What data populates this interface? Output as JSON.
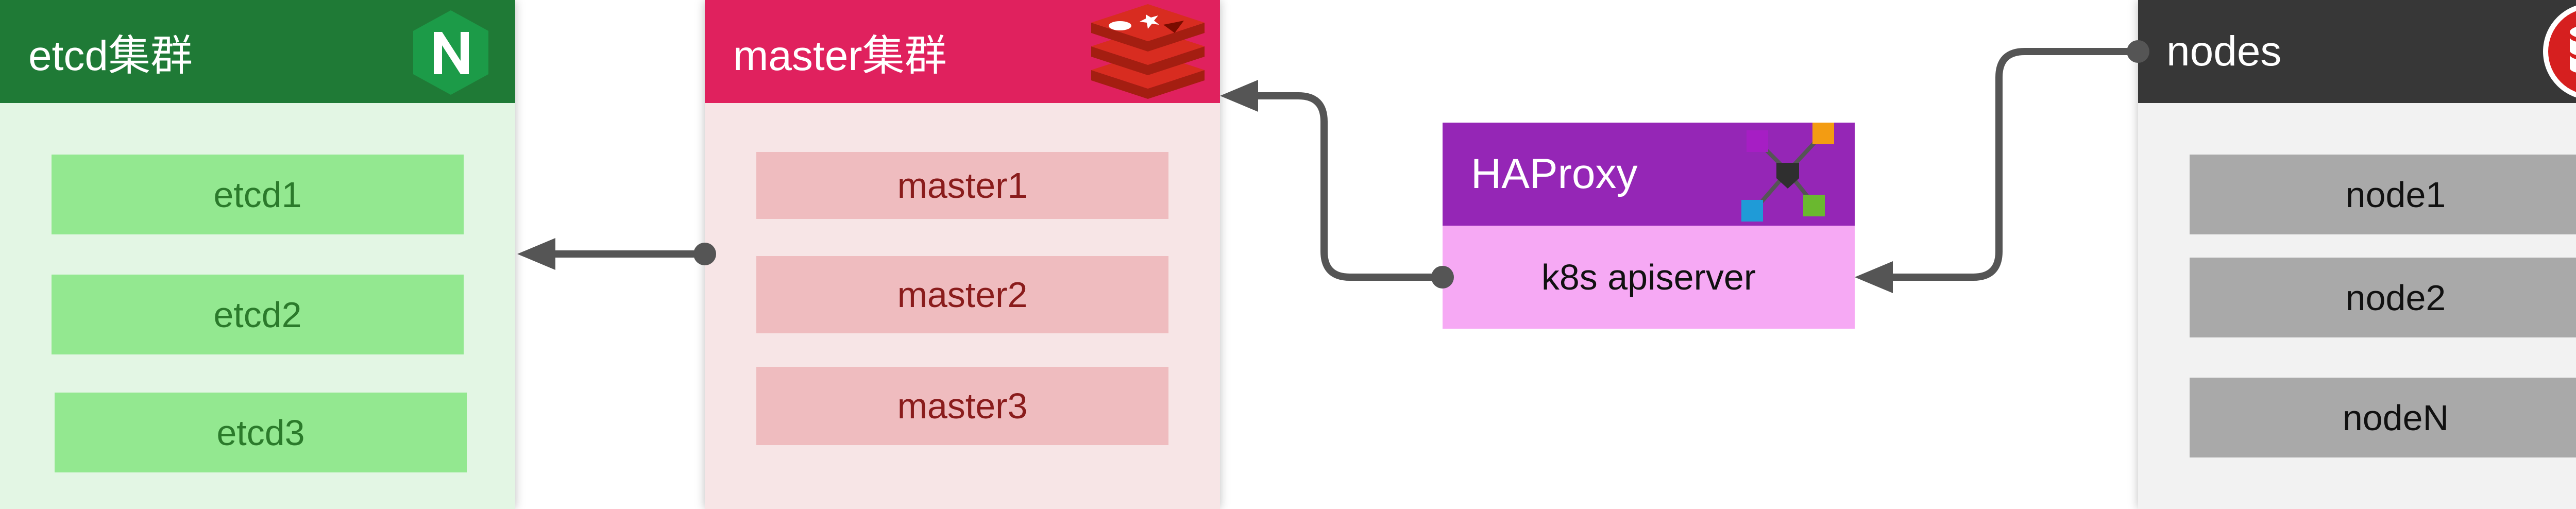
{
  "colors": {
    "etcd_header": "#1f7a36",
    "etcd_body": "#e3f6e4",
    "etcd_box": "#93e890",
    "etcd_text": "#2b7a2b",
    "master_header": "#e0215e",
    "master_body": "#f7e5e6",
    "master_box": "#efbcbf",
    "master_text": "#8a1c1c",
    "haproxy_header": "#9526b6",
    "haproxy_body": "#f6a9f4",
    "nodes_header": "#373737",
    "nodes_body": "#f2f2f2",
    "nodes_box": "#a9a9a9",
    "connector": "#555555"
  },
  "etcd": {
    "title": "etcd集群",
    "logo_icon": "nginx-n-icon",
    "items": [
      "etcd1",
      "etcd2",
      "etcd3"
    ]
  },
  "master": {
    "title": "master集群",
    "logo_icon": "redis-stack-icon",
    "items": [
      "master1",
      "master2",
      "master3"
    ]
  },
  "haproxy": {
    "title": "HAProxy",
    "logo_icon": "network-hub-icon",
    "label": "k8s apiserver"
  },
  "nodes": {
    "title": "nodes",
    "logo_icon": "database-icon",
    "items": [
      "node1",
      "node2",
      "nodeN"
    ]
  }
}
